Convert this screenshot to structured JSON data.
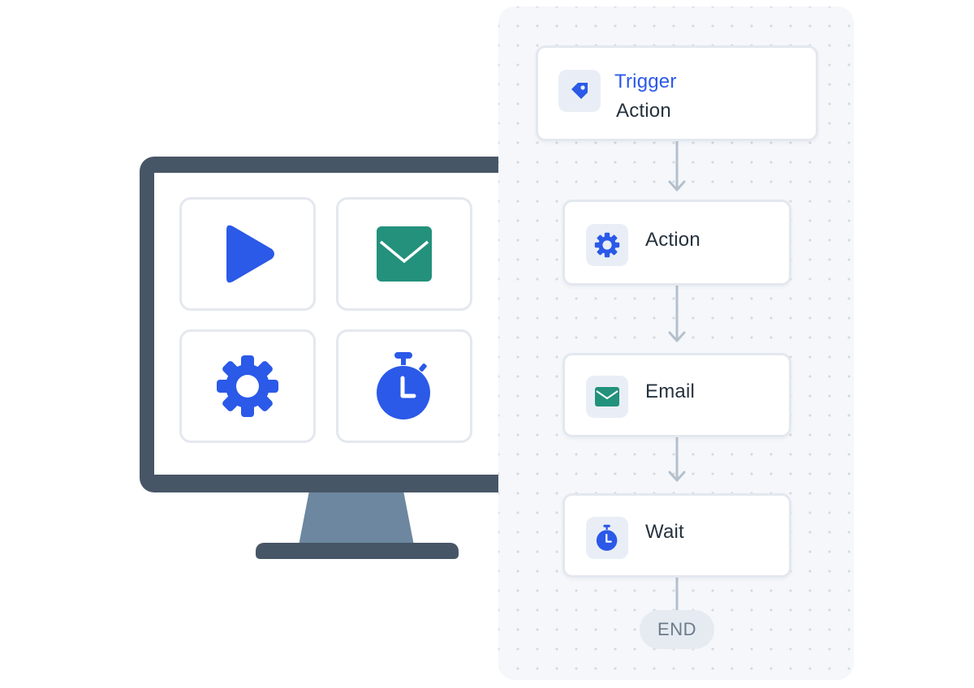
{
  "monitor": {
    "tiles": [
      {
        "icon": "play-icon"
      },
      {
        "icon": "envelope-icon"
      },
      {
        "icon": "gear-icon"
      },
      {
        "icon": "stopwatch-icon"
      }
    ]
  },
  "workflow": {
    "trigger": {
      "title": "Trigger",
      "subtitle": "Action",
      "icon": "tag-icon"
    },
    "steps": [
      {
        "label": "Action",
        "icon": "gear-icon"
      },
      {
        "label": "Email",
        "icon": "envelope-icon"
      },
      {
        "label": "Wait",
        "icon": "stopwatch-icon"
      }
    ],
    "end_label": "END"
  },
  "colors": {
    "accent_blue": "#2b59e8",
    "email_green": "#23917c",
    "monitor_dark": "#475666",
    "monitor_stand": "#6d87a0"
  }
}
